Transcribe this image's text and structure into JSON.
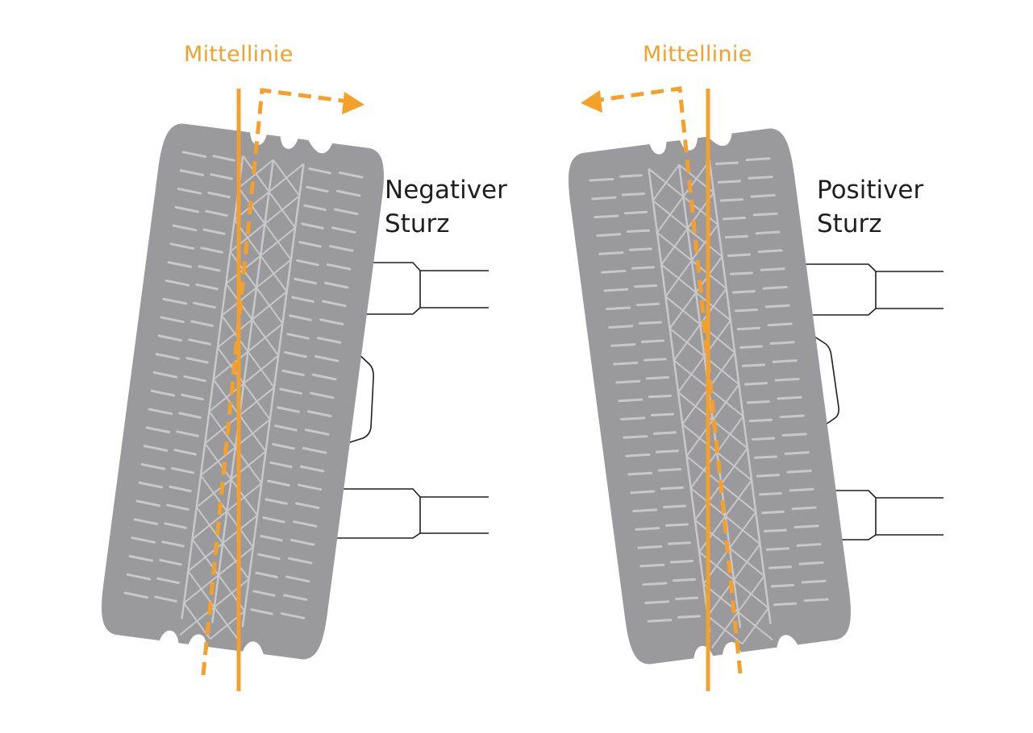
{
  "left_panel": {
    "centerline_label": "Mittellinie",
    "camber_label_line1": "Negativer",
    "camber_label_line2": "Sturz"
  },
  "right_panel": {
    "centerline_label": "Mittellinie",
    "camber_label_line1": "Positiver",
    "camber_label_line2": "Sturz"
  },
  "colors": {
    "accent": "#f5a02a",
    "tire": "#9a9a9c",
    "tread": "#c8c8ca",
    "outline": "#1f1f1f",
    "background": "#ffffff"
  }
}
